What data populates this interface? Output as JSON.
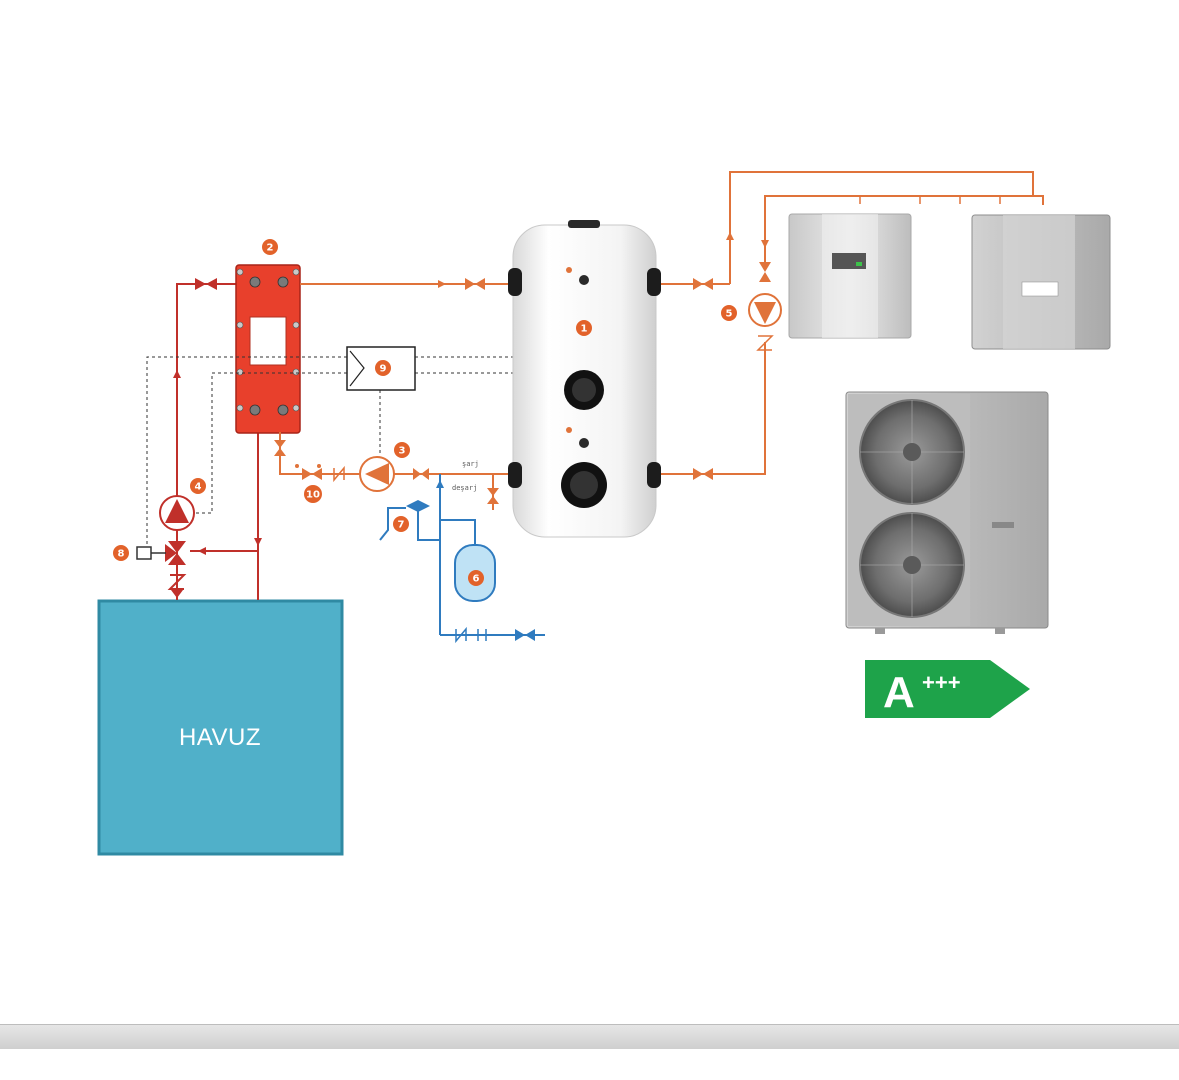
{
  "pool": {
    "label": "HAVUZ"
  },
  "markers": [
    "1",
    "2",
    "3",
    "4",
    "5",
    "6",
    "7",
    "8",
    "9",
    "10"
  ],
  "pipe_labels": {
    "hot": "şarj",
    "discharge": "deşarj"
  },
  "energy_rating": {
    "letter": "A",
    "plus": "+++"
  },
  "colors": {
    "orange_pipe": "#e0733a",
    "red_pipe": "#c0302a",
    "blue_pipe": "#2f7bbf",
    "pool_fill": "#50b0c9",
    "rating_green": "#1ea34a",
    "marker_orange": "#e2622a"
  }
}
